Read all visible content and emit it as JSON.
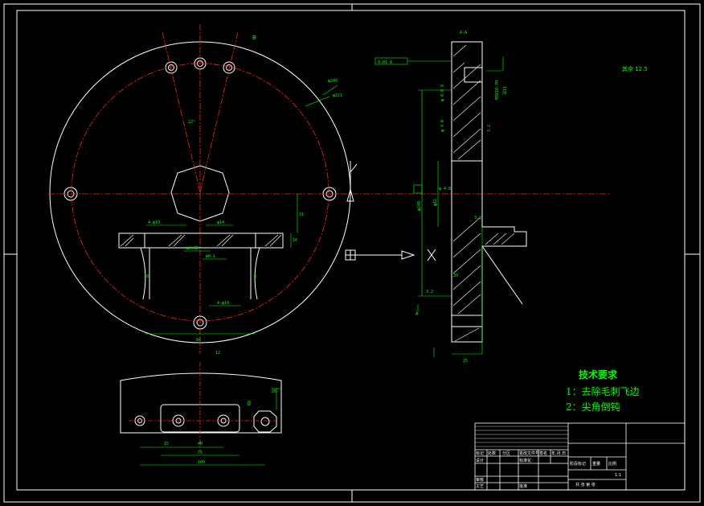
{
  "colors": {
    "background": "#000000",
    "outline": "#ffffff",
    "center_line": "#ff2020",
    "dimension": "#00ff00",
    "hatch": "#ffffff"
  },
  "section_label": "A-A",
  "marker_b": "B",
  "roughness_note": "其余 12.5",
  "tech_requirements": {
    "title": "技术要求",
    "items": [
      "1：去除毛刺飞边",
      "2：尖角倒钝"
    ]
  },
  "front_view": {
    "angle": "22°",
    "diameter_outer": "φ240",
    "diameter_pcd": "φ221",
    "holes_top": "4-φ10",
    "holes_bottom": "4-φ14",
    "hole_mid": "φ14",
    "tol_a": "φ0.05",
    "tol_b": "φ0.1",
    "dim_right": "31",
    "dim_right2": "10",
    "dim_width": "84",
    "dim_left": "8",
    "dim_right3": "8",
    "dim_12": "12"
  },
  "side_view": {
    "tolerance_frame": "0.01 A",
    "thread": "M8X10-7H",
    "depth": "深11",
    "diameter_main": "φ240",
    "diameter_small": "φ12",
    "dim_a": "φ 4 0",
    "dim_b": "φ 0 0 8",
    "dim_c": "φ 4 8",
    "roughness_1": "3.2",
    "roughness_2": "3.2",
    "roughness_3": "3.2",
    "dim_bottom": "25",
    "dim_inner": "20",
    "datum": "A"
  },
  "bottom_view": {
    "dim_15": "15",
    "dim_40": "40",
    "dim_75": "75",
    "dim_100": "100",
    "dim_26": "26",
    "dim_r": "R8"
  },
  "title_block": {
    "row1": [
      "标记",
      "处数",
      "分区",
      "更改文件号",
      "签名",
      "年.月.日"
    ],
    "design": "设计",
    "std": "标准化",
    "review": "审核",
    "process": "工艺",
    "approve": "批准",
    "stage": "阶段标记",
    "weight": "重量",
    "scale": "比例",
    "scale_value": "1:1",
    "sheets": "共 张 第 张"
  }
}
